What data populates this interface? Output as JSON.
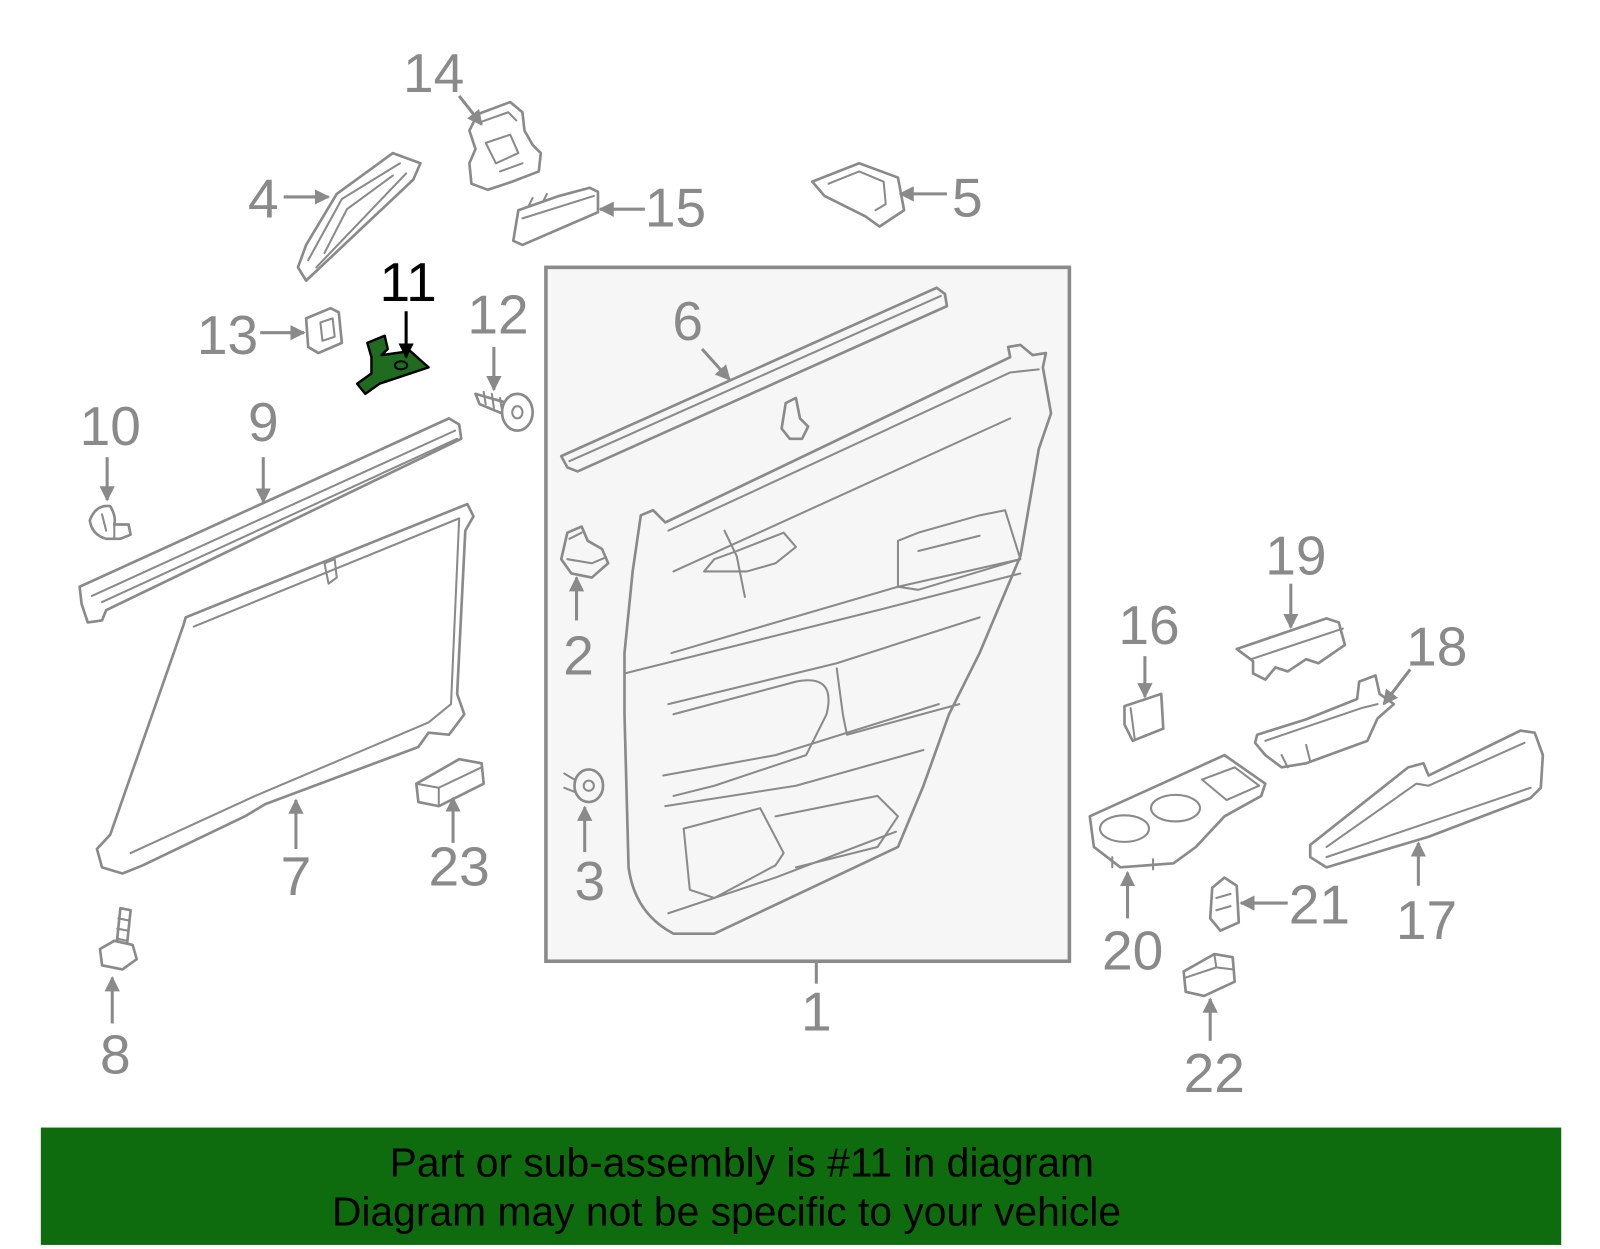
{
  "diagram": {
    "callouts": [
      "1",
      "2",
      "3",
      "4",
      "5",
      "6",
      "7",
      "8",
      "9",
      "10",
      "11",
      "12",
      "13",
      "14",
      "15",
      "16",
      "17",
      "18",
      "19",
      "20",
      "21",
      "22",
      "23"
    ],
    "highlighted_part": "11",
    "colors": {
      "line": "#8a8a8a",
      "highlight": "#1f6b1f",
      "banner": "#0e6b0e",
      "panel": "#f6f6f6",
      "ink": "#000000"
    }
  },
  "banner": {
    "line1": "Part or sub-assembly is #11 in diagram",
    "line2": "Diagram may not be specific to your vehicle"
  }
}
